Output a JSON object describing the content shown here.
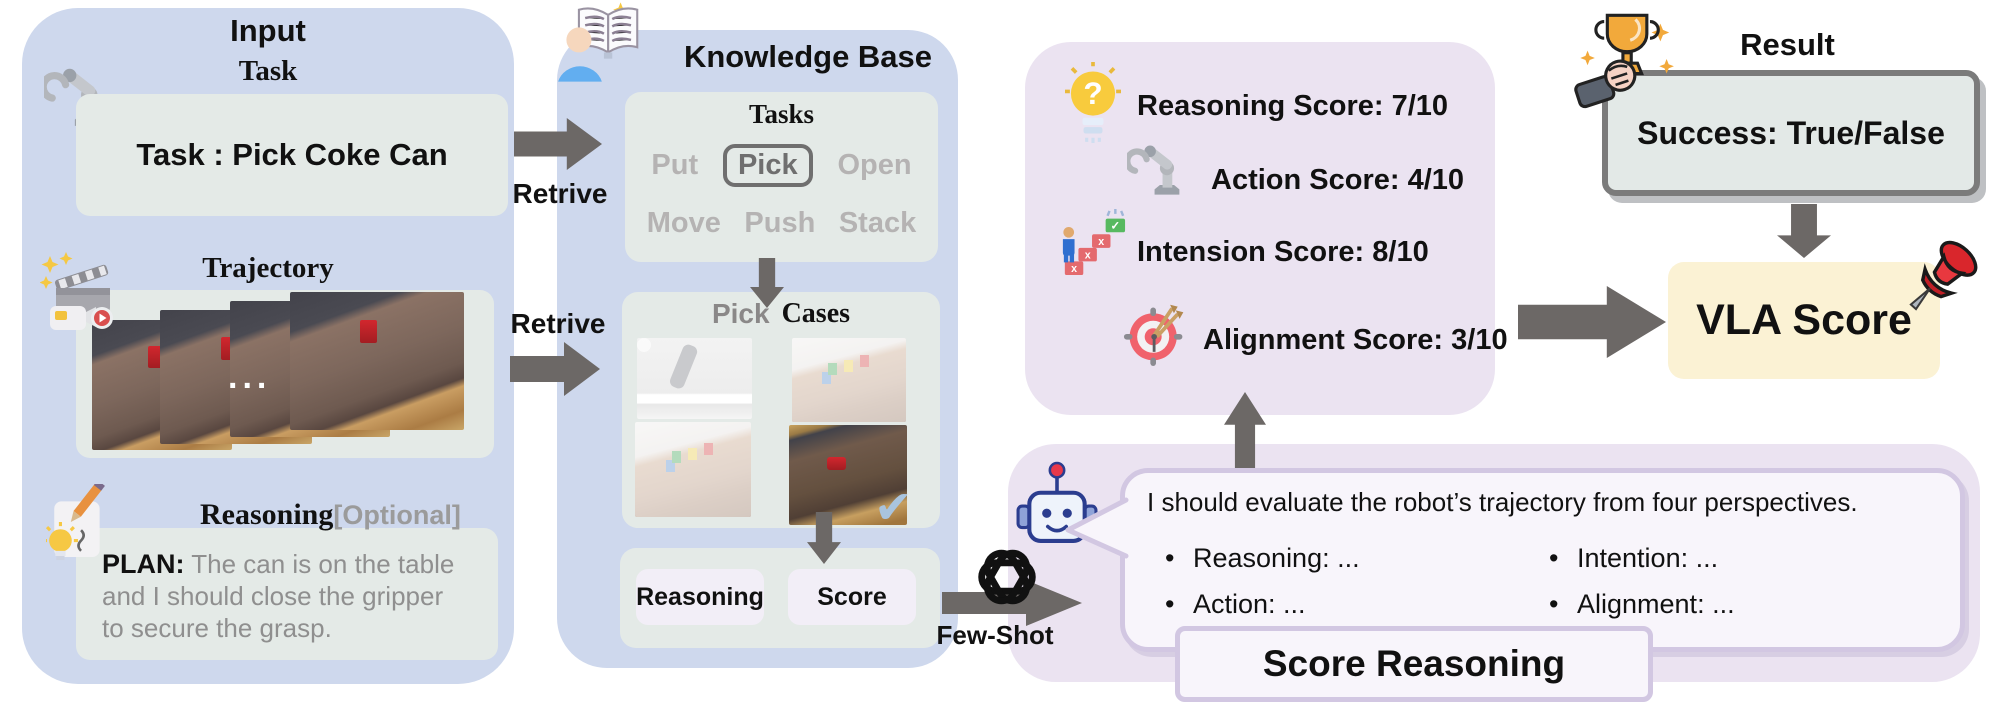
{
  "colors": {
    "panel_blue": "#ced8ed",
    "panel_lavender": "#ebe3f1",
    "box_green": "#e4eae7",
    "chip_lavender": "#f2eef7",
    "vla_yellow": "#fbf2d4",
    "success_gray": "#e3e9e7",
    "arrow_gray": "#6c6866",
    "bubble_border": "#d2c7e2",
    "muted_text": "#b5b3b3"
  },
  "input": {
    "title": "Input",
    "task_heading": "Task",
    "task_text": "Task : Pick Coke Can",
    "trajectory_heading": "Trajectory",
    "trajectory_ellipsis": "...",
    "reasoning_heading": "Reasoning",
    "reasoning_optional": "[Optional]",
    "plan_label": "PLAN:",
    "plan_text": " The can is on the table and I should close the gripper to secure the grasp."
  },
  "arrows": {
    "retrieve_top": "Retrive",
    "retrieve_bottom": "Retrive",
    "few_shot": "Few-Shot"
  },
  "knowledge_base": {
    "title": "Knowledge Base",
    "tasks_heading": "Tasks",
    "task_row1": [
      "Put",
      "Pick",
      "Open"
    ],
    "task_row2": [
      "Move",
      "Push",
      "Stack"
    ],
    "selected_task": "Pick",
    "cases_heading_task": "Pick",
    "cases_heading_suffix": "Cases",
    "output_chips": [
      "Reasoning",
      "Score"
    ],
    "check_glyph": "✔"
  },
  "scores": {
    "items": [
      {
        "icon": "lightbulb-question-icon",
        "label": "Reasoning Score: 7/10"
      },
      {
        "icon": "robot-arm-icon",
        "label": "Action Score: 4/10"
      },
      {
        "icon": "climb-steps-icon",
        "label": "Intension Score: 8/10"
      },
      {
        "icon": "target-icon",
        "label": "Alignment Score: 3/10"
      }
    ]
  },
  "result": {
    "title": "Result",
    "success_text": "Success: True/False",
    "vla_label": "VLA Score"
  },
  "score_reasoning": {
    "intro": "I should evaluate the robot’s trajectory from four perspectives.",
    "bullets_left": [
      "Reasoning: ...",
      "Action: ..."
    ],
    "bullets_right": [
      "Intention: ...",
      "Alignment: ..."
    ],
    "caption": "Score Reasoning"
  }
}
